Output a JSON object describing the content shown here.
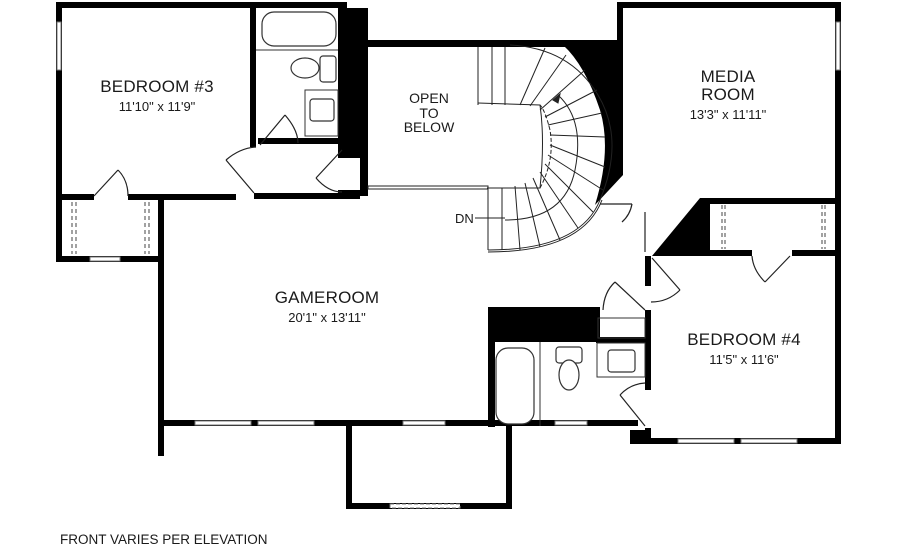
{
  "plan": {
    "rooms": [
      {
        "id": "bedroom3",
        "name": "BEDROOM #3",
        "dimensions": "11'10\" x 11'9\""
      },
      {
        "id": "media",
        "name_line1": "MEDIA",
        "name_line2": "ROOM",
        "dimensions": "13'3\" x 11'11\""
      },
      {
        "id": "gameroom",
        "name": "GAMEROOM",
        "dimensions": "20'1\" x 13'11\""
      },
      {
        "id": "bedroom4",
        "name": "BEDROOM #4",
        "dimensions": "11'5\" x 11'6\""
      }
    ],
    "open_to_below": {
      "line1": "OPEN",
      "line2": "TO",
      "line3": "BELOW"
    },
    "stair_label": "DN",
    "footer_note": "FRONT VARIES PER ELEVATION"
  },
  "colors": {
    "wall": "#000000",
    "background": "#ffffff",
    "fixture": "#333333"
  }
}
